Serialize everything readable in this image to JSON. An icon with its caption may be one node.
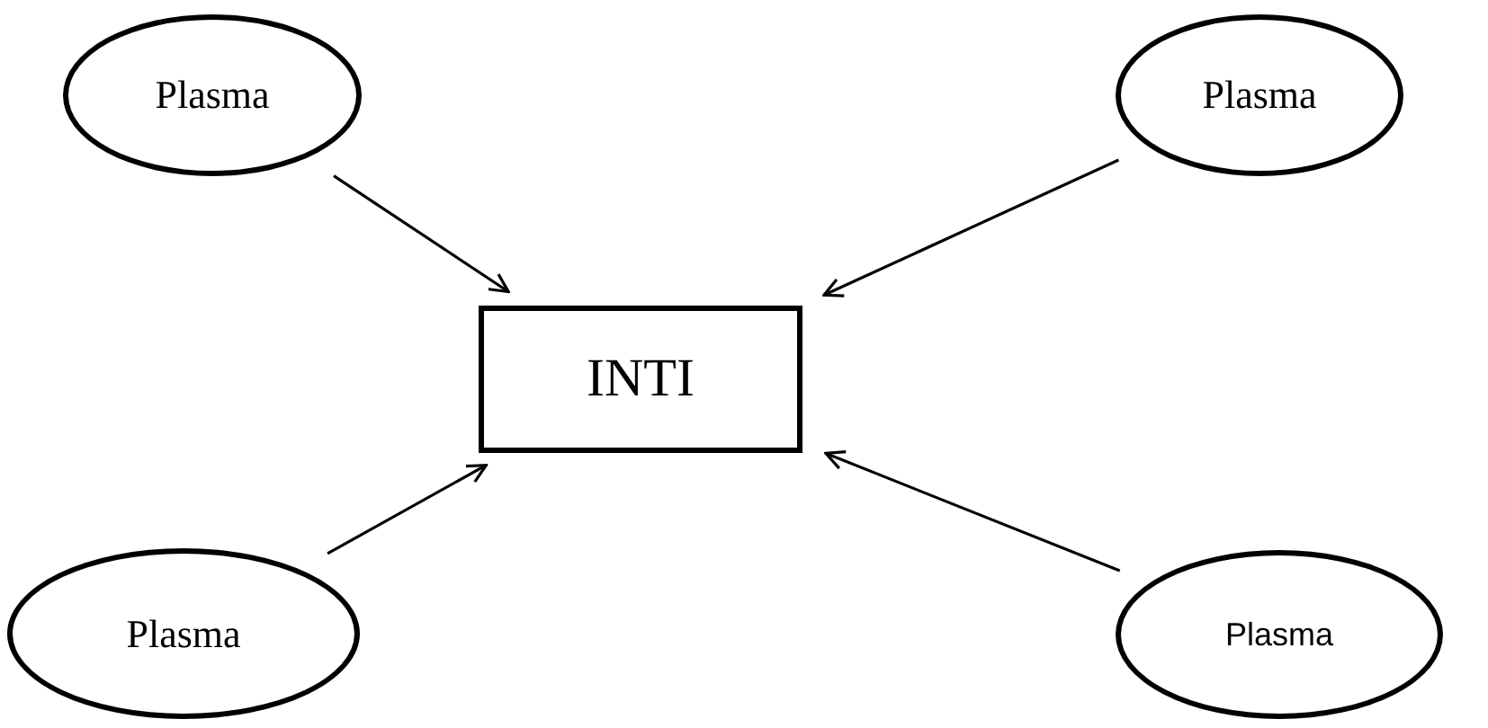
{
  "diagram": {
    "nodes": [
      {
        "text": [
          "Plasma"
        ]
      },
      {
        "text": [
          "Plasma"
        ]
      },
      {
        "text": [
          "INTI"
        ]
      },
      {
        "text": [
          "Plasma"
        ]
      },
      {
        "text": [
          "Plasma"
        ]
      }
    ],
    "edges": [
      {
        "from": 0,
        "to": 2,
        "arrow": "to"
      },
      {
        "from": 1,
        "to": 2,
        "arrow": "to"
      },
      {
        "from": 3,
        "to": 2,
        "arrow": "to"
      },
      {
        "from": 4,
        "to": 2,
        "arrow": "to"
      }
    ]
  }
}
